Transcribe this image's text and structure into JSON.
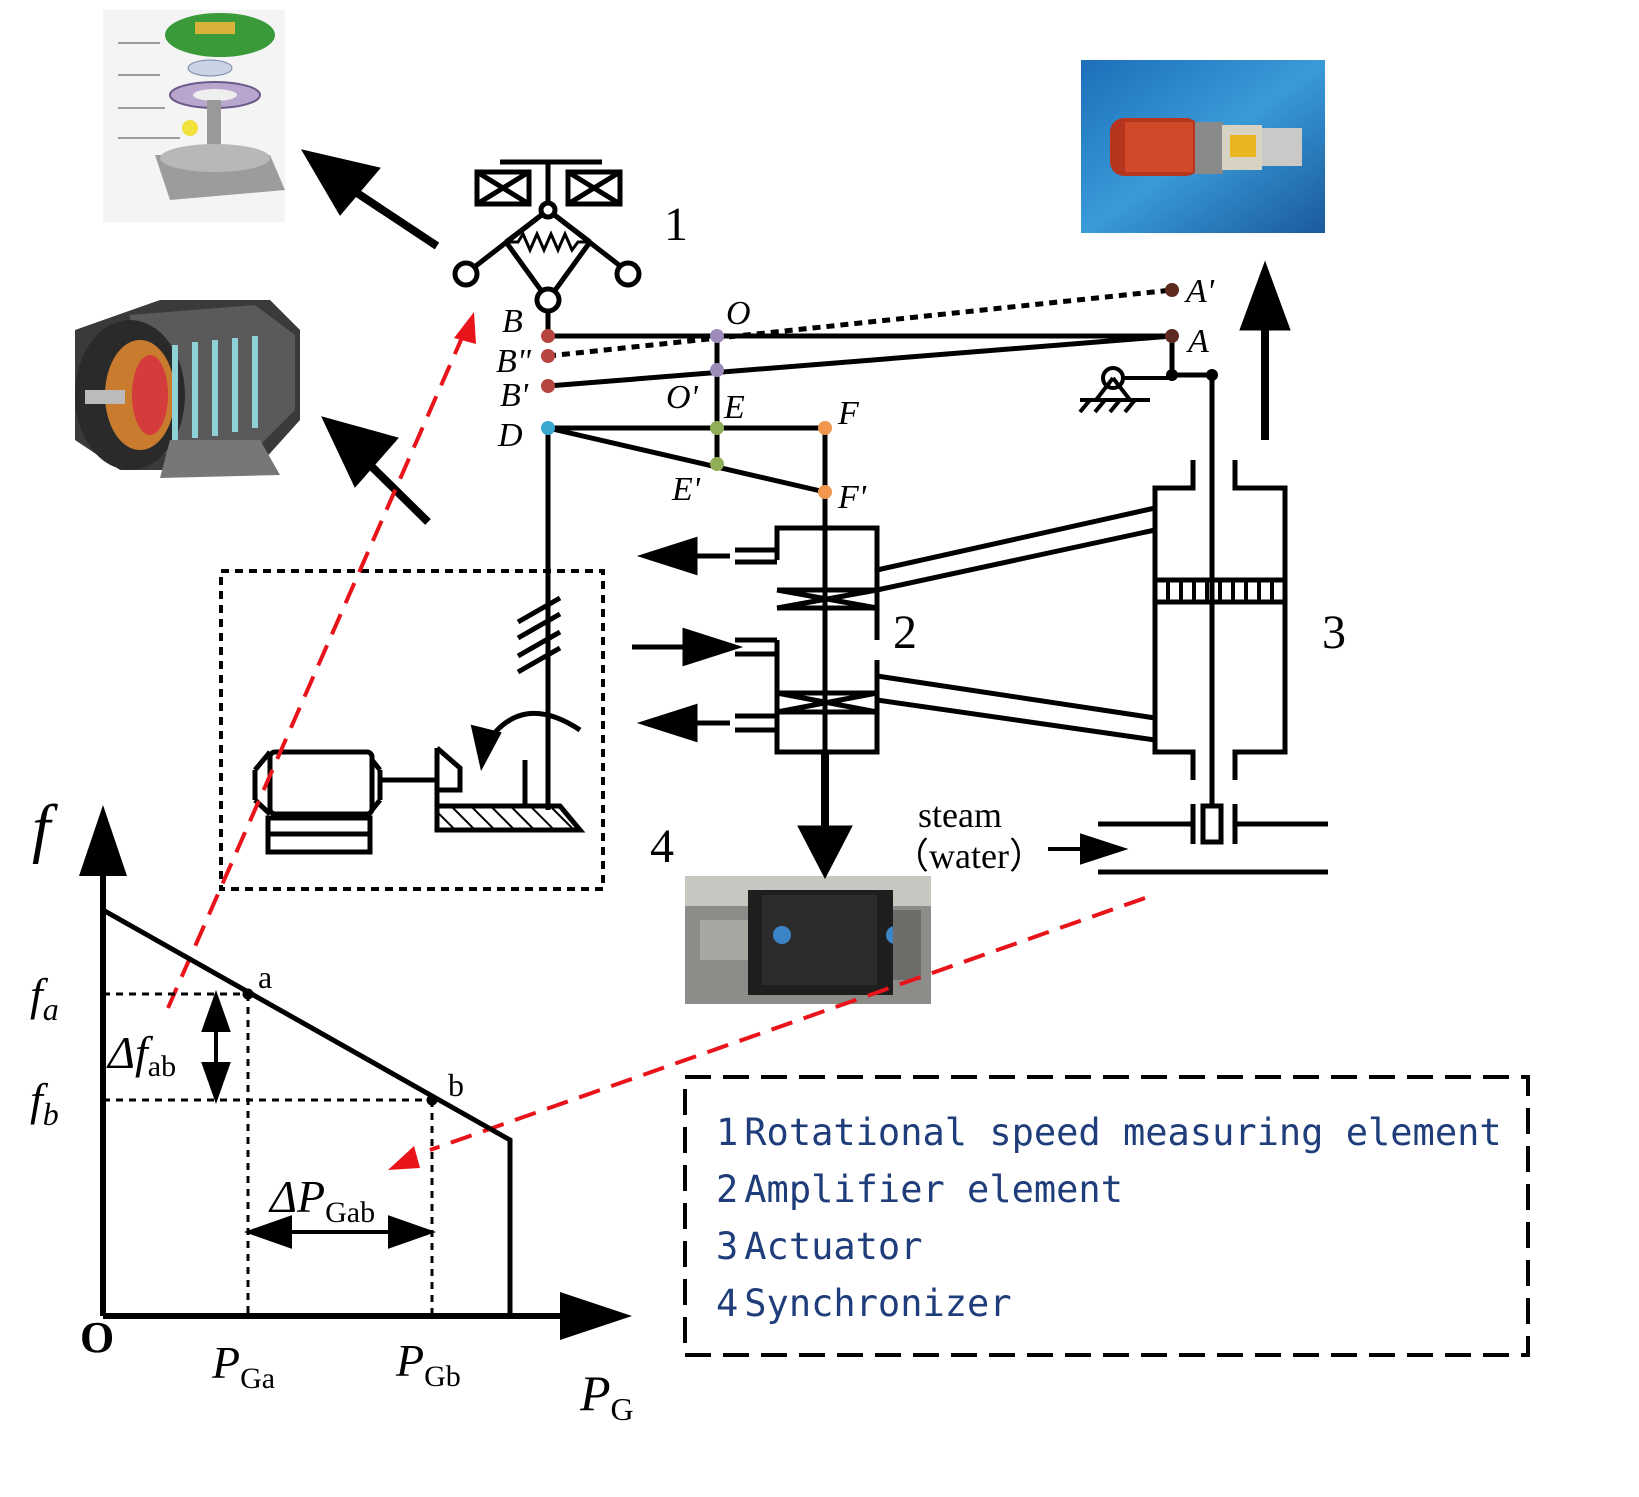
{
  "component_numbers": {
    "n1": "1",
    "n2": "2",
    "n3": "3",
    "n4": "4"
  },
  "point_labels": {
    "B": "B",
    "B2": "B\"",
    "B1": "B'",
    "O": "O",
    "O1": "O'",
    "A": "A",
    "A1": "A'",
    "D": "D",
    "E": "E",
    "E1": "E'",
    "F": "F",
    "F1": "F'"
  },
  "steam": {
    "line1": "steam",
    "line2": "（water）"
  },
  "graph": {
    "y_axis": "f",
    "x_axis_main": "P",
    "x_axis_sub": "G",
    "origin": "O",
    "fa_main": "f",
    "fa_sub": "a",
    "fb_main": "f",
    "fb_sub": "b",
    "dfab_main": "Δf",
    "dfab_sub": "ab",
    "point_a": "a",
    "point_b": "b",
    "pga_main": "P",
    "pga_sub": "Ga",
    "pgb_main": "P",
    "pgb_sub": "Gb",
    "dpg_main": "ΔP",
    "dpg_sub": "Gab"
  },
  "legend": {
    "items": [
      {
        "num": "1",
        "text": "Rotational speed measuring element"
      },
      {
        "num": "2",
        "text": "Amplifier element"
      },
      {
        "num": "3",
        "text": "Actuator"
      },
      {
        "num": "4",
        "text": "Synchronizer"
      }
    ]
  },
  "colors": {
    "red_dash": "#e8141a",
    "point_B": "#b5453e",
    "point_O": "#9d8cba",
    "point_D": "#3ba7d1",
    "point_E": "#8fae57",
    "point_F": "#f0964d",
    "point_A": "#5e2a20",
    "legend_text": "#1f3d7a"
  },
  "photos": {
    "encoder": "encoder-photo",
    "motor": "motor-photo",
    "actuator": "actuator-photo",
    "synchronizer": "synchronizer-photo"
  }
}
